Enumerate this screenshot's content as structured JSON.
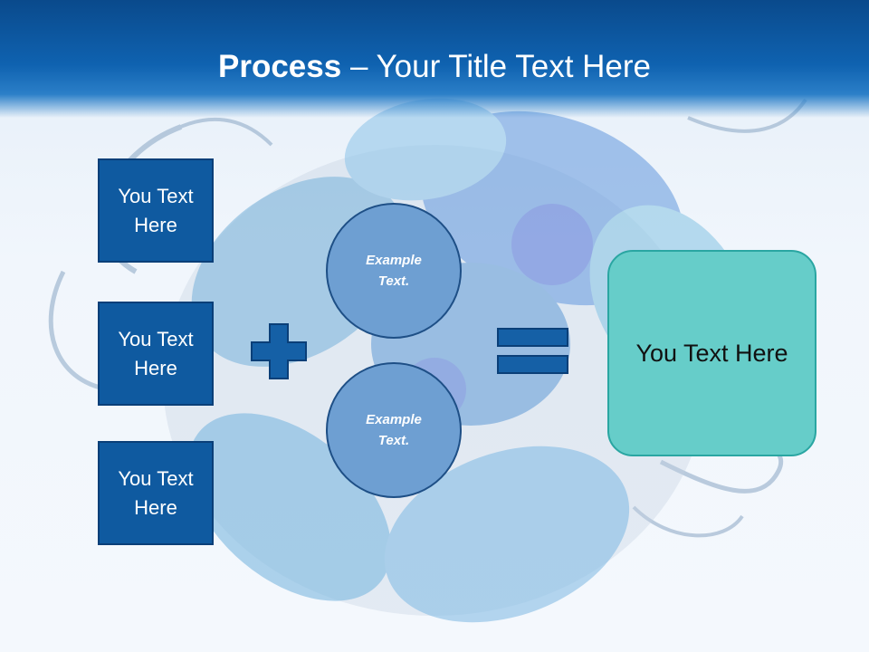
{
  "title": {
    "bold": "Process",
    "rest": " – Your Title Text Here"
  },
  "left_boxes": [
    {
      "line1": "You Text",
      "line2": "Here"
    },
    {
      "line1": "You Text",
      "line2": "Here"
    },
    {
      "line1": "You Text",
      "line2": "Here"
    }
  ],
  "circles": [
    {
      "line1": "Example",
      "line2": "Text."
    },
    {
      "line1": "Example",
      "line2": "Text."
    }
  ],
  "result": {
    "label": "You Text Here"
  },
  "colors": {
    "title_bar": "#0f62b0",
    "box_fill": "#0f5aa0",
    "circle_fill": "#6e9fd2",
    "result_fill": "#66cdc9",
    "operator_fill": "#1560a6"
  },
  "icons": {
    "plus": "plus-icon",
    "equals": "equals-icon"
  }
}
